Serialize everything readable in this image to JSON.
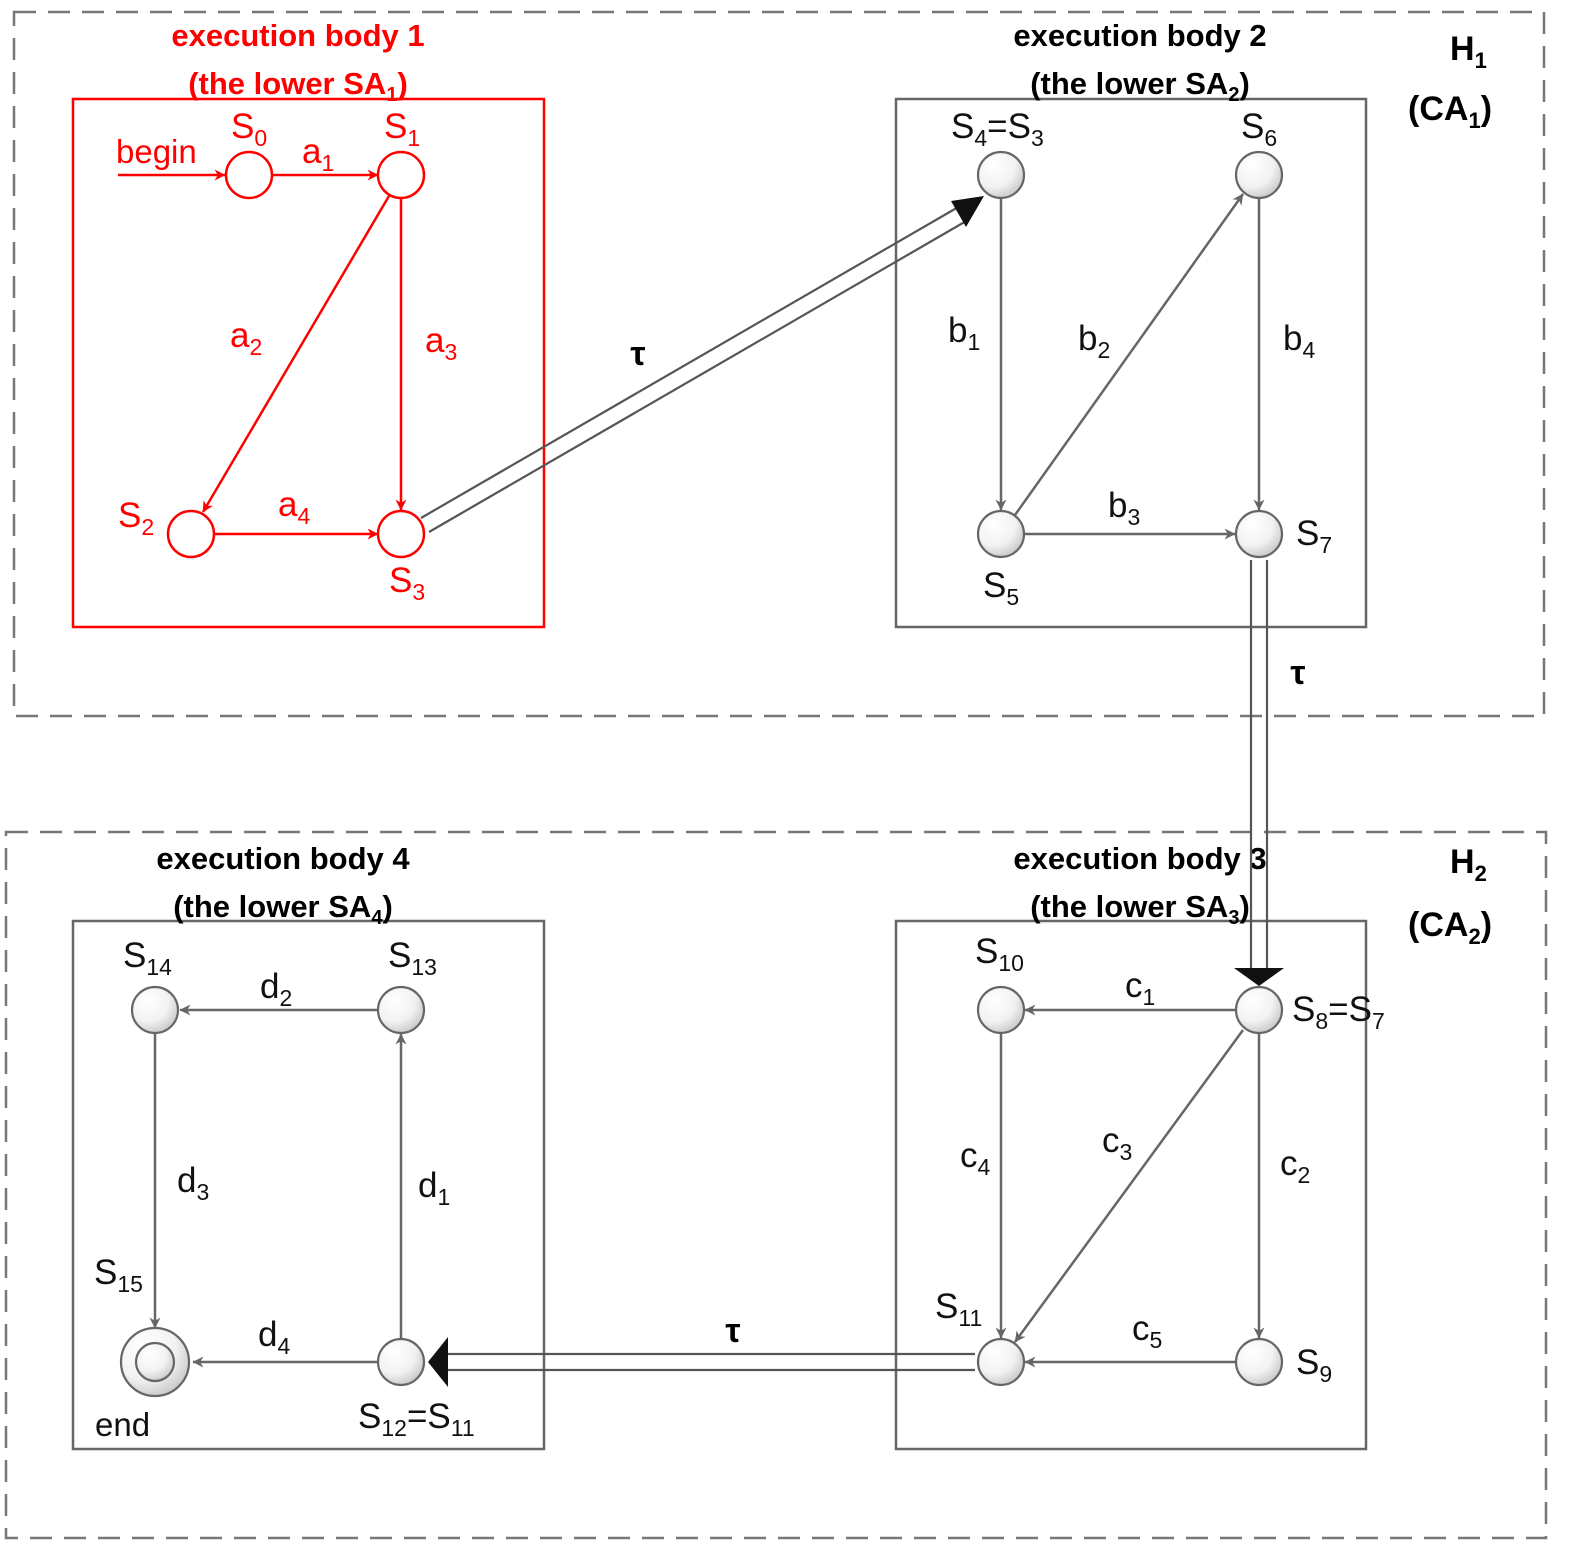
{
  "colors": {
    "red": "#ff0000",
    "gray": "#666666",
    "dark": "#333333",
    "black": "#000000"
  },
  "groups": {
    "h1": {
      "name": "H",
      "sub": "1",
      "ca": "(CA",
      "ca_sub": "1",
      "ca_close": ")"
    },
    "h2": {
      "name": "H",
      "sub": "2",
      "ca": "(CA",
      "ca_sub": "2",
      "ca_close": ")"
    }
  },
  "bodies": {
    "b1": {
      "title": "execution body 1",
      "lower": "(the lower SA",
      "lower_sub": "1",
      "lower_close": ")"
    },
    "b2": {
      "title": "execution body 2",
      "lower": "(the lower SA",
      "lower_sub": "2",
      "lower_close": ")"
    },
    "b3": {
      "title": "execution body 3",
      "lower": "(the lower SA",
      "lower_sub": "3",
      "lower_close": ")"
    },
    "b4": {
      "title": "execution body 4",
      "lower": "(the lower SA",
      "lower_sub": "4",
      "lower_close": ")"
    }
  },
  "states": {
    "s0": {
      "m": "S",
      "s": "0"
    },
    "s1": {
      "m": "S",
      "s": "1"
    },
    "s2": {
      "m": "S",
      "s": "2"
    },
    "s3": {
      "m": "S",
      "s": "3"
    },
    "s4": {
      "m": "S",
      "s": "4",
      "eq": "=S",
      "s2": "3"
    },
    "s5": {
      "m": "S",
      "s": "5"
    },
    "s6": {
      "m": "S",
      "s": "6"
    },
    "s7": {
      "m": "S",
      "s": "7"
    },
    "s8": {
      "m": "S",
      "s": "8",
      "eq": "=S",
      "s2": "7"
    },
    "s9": {
      "m": "S",
      "s": "9"
    },
    "s10": {
      "m": "S",
      "s": "10"
    },
    "s11": {
      "m": "S",
      "s": "11"
    },
    "s12": {
      "m": "S",
      "s": "12",
      "eq": "=S",
      "s2": "11"
    },
    "s13": {
      "m": "S",
      "s": "13"
    },
    "s14": {
      "m": "S",
      "s": "14"
    },
    "s15": {
      "m": "S",
      "s": "15"
    }
  },
  "transitions": {
    "a1": {
      "m": "a",
      "s": "1"
    },
    "a2": {
      "m": "a",
      "s": "2"
    },
    "a3": {
      "m": "a",
      "s": "3"
    },
    "a4": {
      "m": "a",
      "s": "4"
    },
    "b1": {
      "m": "b",
      "s": "1"
    },
    "b2": {
      "m": "b",
      "s": "2"
    },
    "b3": {
      "m": "b",
      "s": "3"
    },
    "b4": {
      "m": "b",
      "s": "4"
    },
    "c1": {
      "m": "c",
      "s": "1"
    },
    "c2": {
      "m": "c",
      "s": "2"
    },
    "c3": {
      "m": "c",
      "s": "3"
    },
    "c4": {
      "m": "c",
      "s": "4"
    },
    "c5": {
      "m": "c",
      "s": "5"
    },
    "d1": {
      "m": "d",
      "s": "1"
    },
    "d2": {
      "m": "d",
      "s": "2"
    },
    "d3": {
      "m": "d",
      "s": "3"
    },
    "d4": {
      "m": "d",
      "s": "4"
    }
  },
  "tau": "τ",
  "begin_label": "begin",
  "end_label": "end"
}
